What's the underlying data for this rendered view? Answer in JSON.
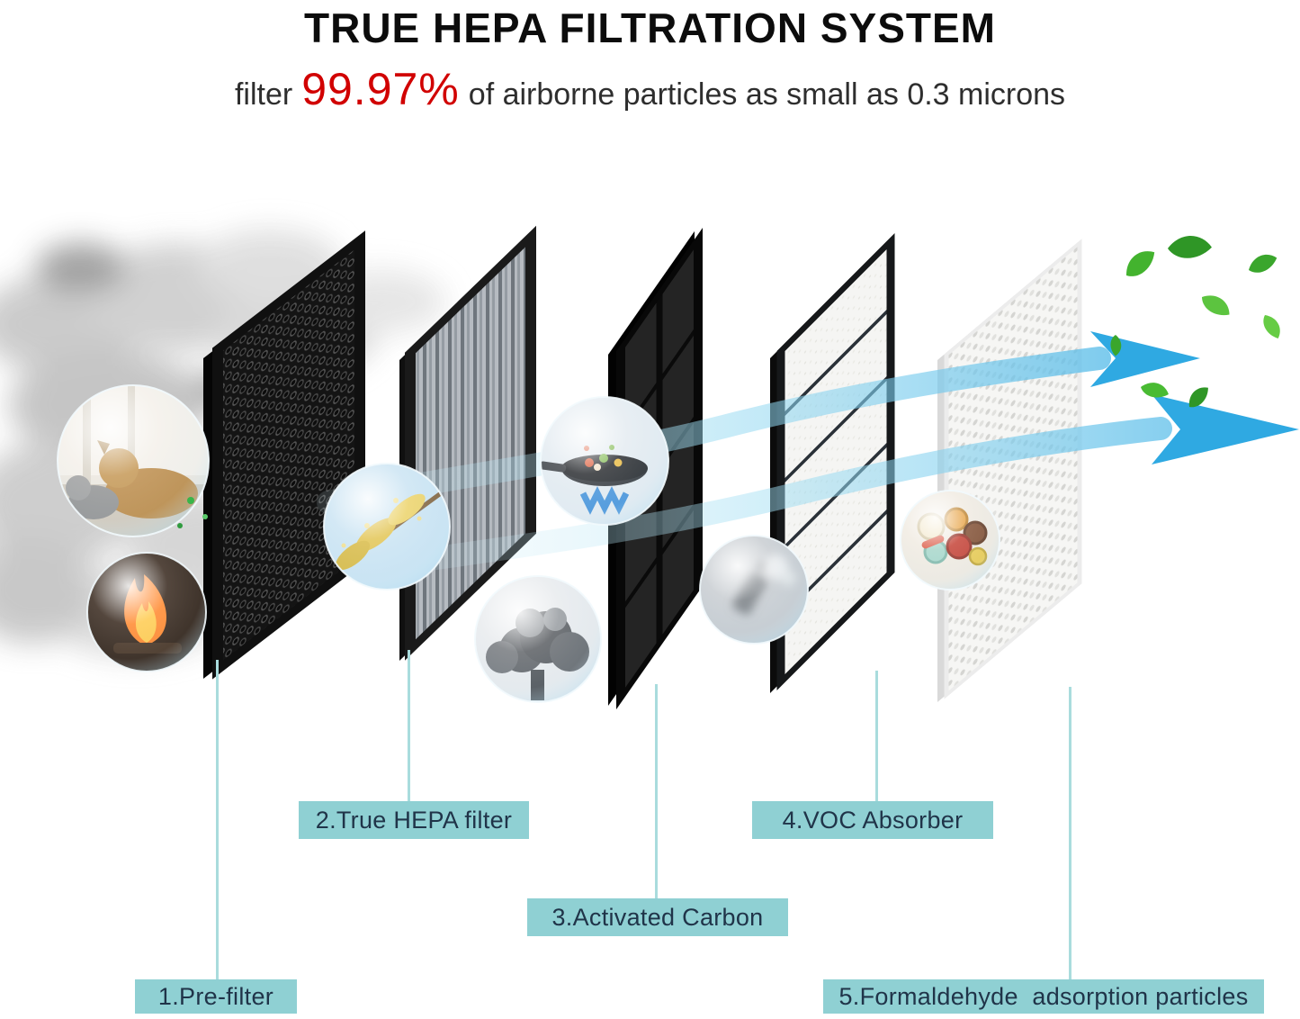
{
  "header": {
    "title": "TRUE HEPA FILTRATION SYSTEM",
    "subtitle": {
      "prefix": "filter",
      "highlight": "99.97%",
      "suffix": "of airborne particles as small as 0.3 microns"
    }
  },
  "filter_labels": [
    {
      "id": "pre-filter",
      "text": "1.Pre-filter"
    },
    {
      "id": "hepa",
      "text": "2.True HEPA filter"
    },
    {
      "id": "carbon",
      "text": "3.Activated Carbon"
    },
    {
      "id": "voc",
      "text": "4.VOC Absorber"
    },
    {
      "id": "formaldehyde",
      "text": "5.Formaldehyde  adsorption particles"
    }
  ],
  "graphics": {
    "pollution_icons": [
      "smoke-cloud",
      "pet-dander-bubble",
      "fire-smoke-bubble",
      "pollen-bubble",
      "cooking-fumes-bubble",
      "smog-bubble",
      "spray-voc-bubble",
      "paint-fumes-bubble"
    ],
    "filter_panels": [
      "pre-filter-honeycomb-panel",
      "true-hepa-pleated-panel",
      "activated-carbon-panel",
      "voc-absorber-panel",
      "formaldehyde-adsorption-panel"
    ],
    "clean_air_icons": [
      "blue-airflow-arrows",
      "green-leaves"
    ]
  },
  "colors": {
    "highlight_red": "#d10000",
    "label_background": "#8fd0d3",
    "label_text": "#203449",
    "connector_teal": "#a9dcdd",
    "arrow_blue": "#2fa9e2",
    "title_black": "#0c0c0c"
  }
}
